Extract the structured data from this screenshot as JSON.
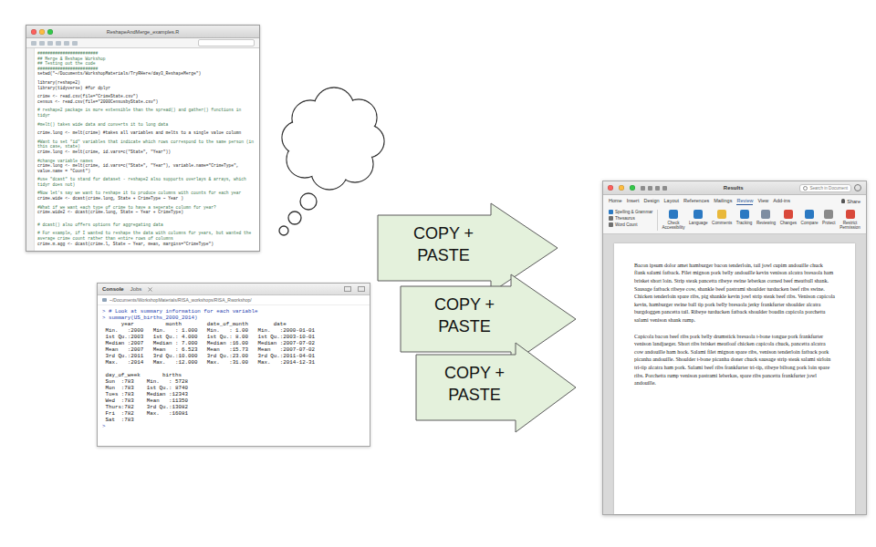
{
  "diagram": {
    "nodes": [
      {
        "text": [
          "ReshapeAndMerge_examples.R",
          "########################",
          "## Merge & Reshape Workshop",
          "## Testing out the code",
          "########################",
          "setwd(\"~/Documents/WorkshopMaterials/TryRHere/day3_ReshapeMerge\")",
          "library(reshape2)",
          "library(tidyverse) #for dplyr",
          "crime <- read.csv(file=\"CrimeState.csv\")",
          "census <- read.csv(file=\"2000CensusbyState.csv\")",
          "# reshape2 package is more extensible than the spread() and gather() functions in tidyr",
          "#melt() takes wide data and converts it to long data",
          "crime.long <- melt(crime) #takes all variables and melts to a single value column",
          "#Want to set \"id\" variables that indicate which rows correspond to the same person (in this case, state)",
          "crime.long <- melt(crime, id.vars=c(\"State\", \"Year\"))",
          "#change variable names",
          "crime.long <- melt(crime, id.vars=c(\"State\", \"Year\"), variable.name=\"CrimeType\", value.name = \"Count\")",
          "#use \"dcast\" to stand for dataset - reshape2 also supports overlays & arrays, which tidyr does not)",
          "#Now let's say we want to reshape it to produce columns with counts for each year",
          "crime.wide <- dcast(crime.long, State + CrimeType ~ Year )",
          "#What if we want each type of crime to have a seperate column for year?",
          "crime.wide2 <- dcast(crime.long, State ~ Year + CrimeType)",
          "# dcast() also offers options for aggregating data",
          "# For example, if I wanted to reshape the data with columns for years, but wanted the average crime count rather than entire rows of columns",
          "crime.m.agg <- dcast(crime.l, State ~ Year, mean, margins=\"CrimeType\")"
        ]
      },
      {
        "text": [
          "Console",
          "Jobs",
          "~/Documents/WorkshopMaterials/RISA_workshops/RISA_Rworkshop/",
          "> # Look at summary information for each variable",
          "> summary(US_births_2000_2014)",
          "      year          month        date_of_month        date",
          " Min.   :2000   Min.   : 1.000   Min.   : 1.00   Min.   :2000-01-01",
          " 1st Qu.:2003   1st Qu.: 4.000   1st Qu.: 8.00   1st Qu.:2003-10-01",
          " Median :2007   Median : 7.000   Median :16.00   Median :2007-07-02",
          " Mean   :2007   Mean   : 6.523   Mean   :15.73   Mean   :2007-07-02",
          " 3rd Qu.:2011   3rd Qu.:10.000   3rd Qu.:23.00   3rd Qu.:2011-04-01",
          " Max.   :2014   Max.   :12.000   Max.   :31.00   Max.   :2014-12-31",
          " day_of_week       births",
          " Sun  :783    Min.   : 5728",
          " Mon  :783    1st Qu.: 8740",
          " Tues :783    Median :12343",
          " Wed  :783    Mean   :11350",
          " Thurs:782    3rd Qu.:13082",
          " Fri  :782    Max.   :16081",
          " Sat  :783",
          ">"
        ]
      },
      {
        "text": [
          "COPY + PASTE"
        ]
      },
      {
        "text": [
          "COPY + PASTE"
        ]
      },
      {
        "text": [
          "COPY + PASTE"
        ]
      },
      {
        "text": [
          "Results",
          "Search in Document",
          "Home",
          "Insert",
          "Design",
          "Layout",
          "References",
          "Mailings",
          "Review",
          "View",
          "Add-ins",
          "Share",
          "Spelling & Grammar",
          "Thesaurus",
          "Word Count",
          "Check Accessibility",
          "Language",
          "Comments",
          "Tracking",
          "Reviewing",
          "Changes",
          "Compare",
          "Protect",
          "Restrict Permission",
          "Bacon ipsum dolor amet hamburger bacon tenderloin, tail jowl cupim andouille chuck flank salami fatback. Filet mignon pork belly andouille kevin venison alcatra bresaola ham brisket short loin. Strip steak pancetta ribeye swine leberkas corned beef meatball shank. Sausage fatback ribeye cow, shankle beef pastrami shoulder turducken beef ribs swine. Chicken tenderloin spare ribs, pig shankle kevin jowl strip steak beef ribs. Venison capicola kevin, hamburger swine ball tip pork belly bresaola jerky frankfurter shoulder alcatra burgdoggen pancetta tail. Ribeye turducken fatback shoulder boudin capicola porchetta salami venison shank rump.",
          "Capicola bacon beef ribs pork belly drumstick bresaola t-bone tongue pork frankfurter venison landjaeger. Short ribs brisket meatloaf chicken capicola chuck, pancetta alcatra cow andouille ham hock. Salami filet mignon spare ribs, venison tenderloin fatback pork picanha andouille. Shoulder t-bone picanha doner chuck sausage strip steak salami sirloin tri-tip alcatra ham pork. Salami beef ribs frankfurter tri-tip, ribeye biltong pork loin spare ribs. Porchetta rump venison pastrami leberkas, spare ribs pancetta frankfurter jowl andouille."
        ]
      }
    ]
  }
}
